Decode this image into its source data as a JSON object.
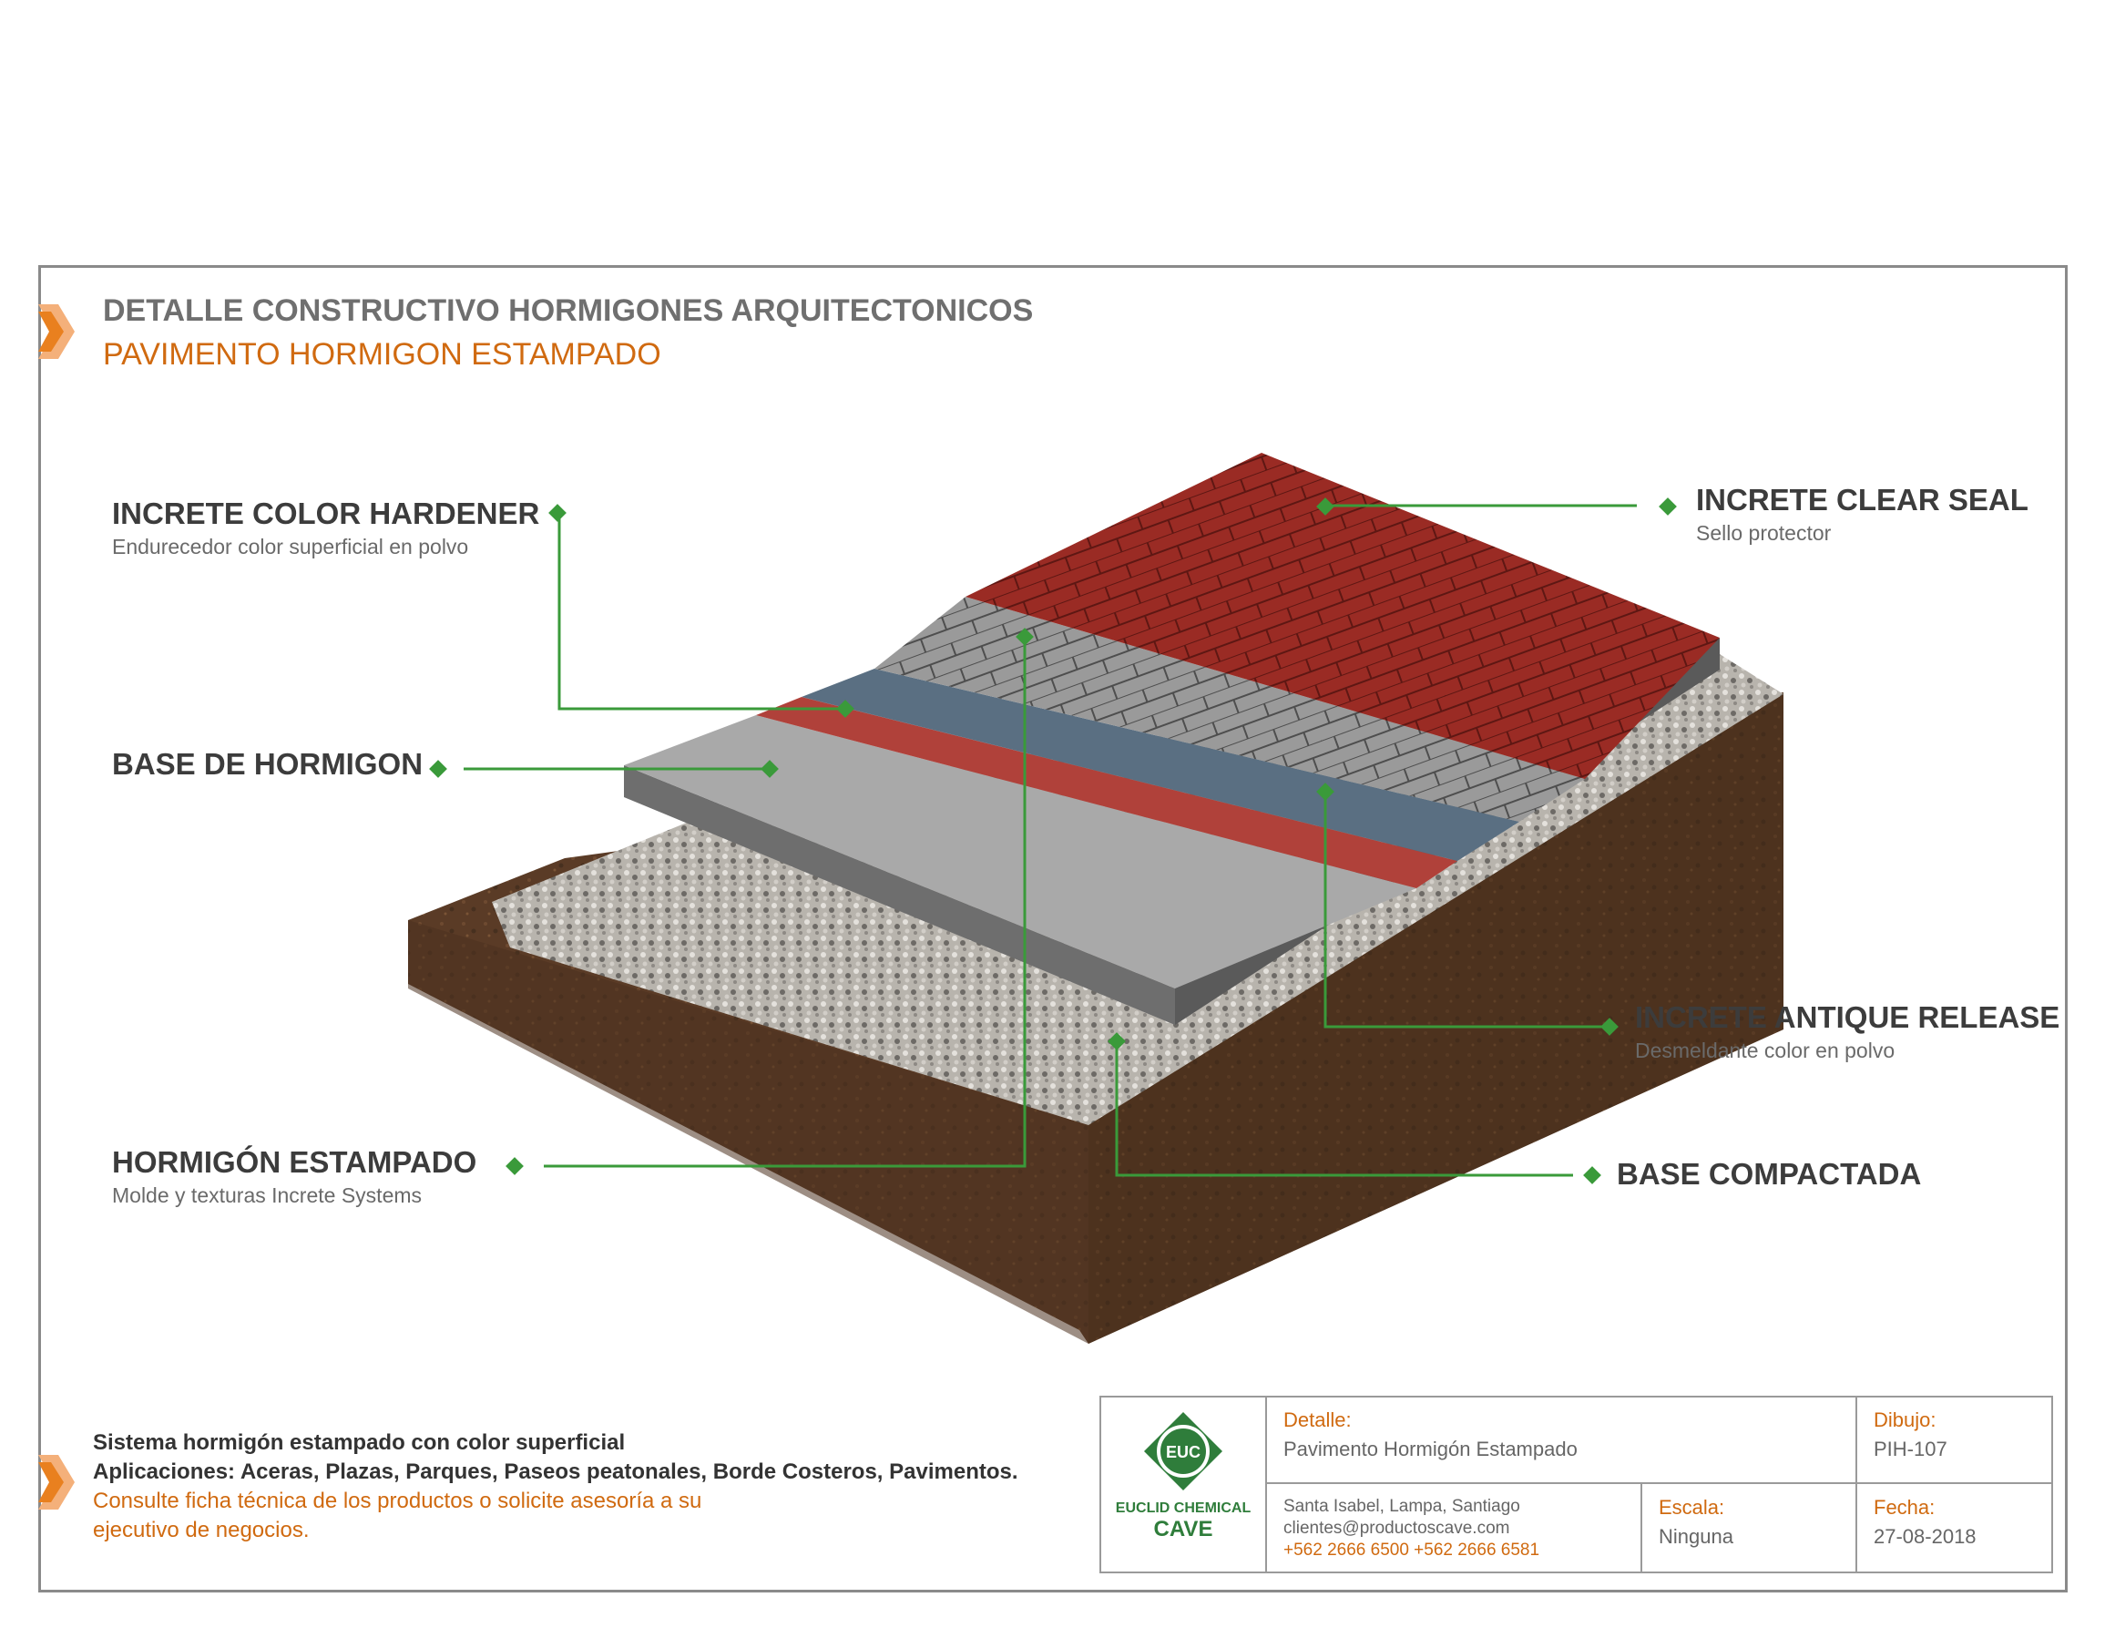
{
  "header": {
    "title": "DETALLE CONSTRUCTIVO HORMIGONES ARQUITECTONICOS",
    "subtitle": "PAVIMENTO HORMIGON ESTAMPADO"
  },
  "callouts": {
    "color_hardener": {
      "title": "INCRETE COLOR HARDENER",
      "desc": "Endurecedor color superficial en polvo"
    },
    "base_hormigon": {
      "title": "BASE DE HORMIGON"
    },
    "hormigon_estampado": {
      "title": "HORMIGÓN ESTAMPADO",
      "desc": "Molde y texturas Increte Systems"
    },
    "clear_seal": {
      "title": "INCRETE CLEAR SEAL",
      "desc": "Sello protector"
    },
    "antique_release": {
      "title": "INCRETE ANTIQUE RELEASE",
      "desc": "Desmeldante color en polvo"
    },
    "base_compactada": {
      "title": "BASE COMPACTADA"
    }
  },
  "notes": {
    "line1": "Sistema hormigón estampado con color superficial",
    "line2": "Aplicaciones: Aceras, Plazas, Parques, Paseos peatonales, Borde Costeros, Pavimentos.",
    "line3": "Consulte ficha técnica de los productos o solicite asesoría a su",
    "line4": "ejecutivo de negocios."
  },
  "title_block": {
    "logo_brand": "EUCLID CHEMICAL",
    "logo_name": "CAVE",
    "detalle_label": "Detalle:",
    "detalle_value": "Pavimento Hormigón Estampado",
    "dibujo_label": "Dibujo:",
    "dibujo_value": "PIH-107",
    "address": "Santa Isabel, Lampa, Santiago",
    "email": "clientes@productoscave.com",
    "phones": "+562 2666 6500   +562 2666 6581",
    "escala_label": "Escala:",
    "escala_value": "Ninguna",
    "fecha_label": "Fecha:",
    "fecha_value": "27-08-2018"
  },
  "colors": {
    "accent_orange": "#d06a10",
    "leader_green": "#3a9a3a",
    "soil": "#5a3b26",
    "gravel": "#b8b4ad",
    "concrete": "#a9a9a9",
    "red_pavers": "#9a2b24",
    "blue_layer": "#5a6f82"
  }
}
